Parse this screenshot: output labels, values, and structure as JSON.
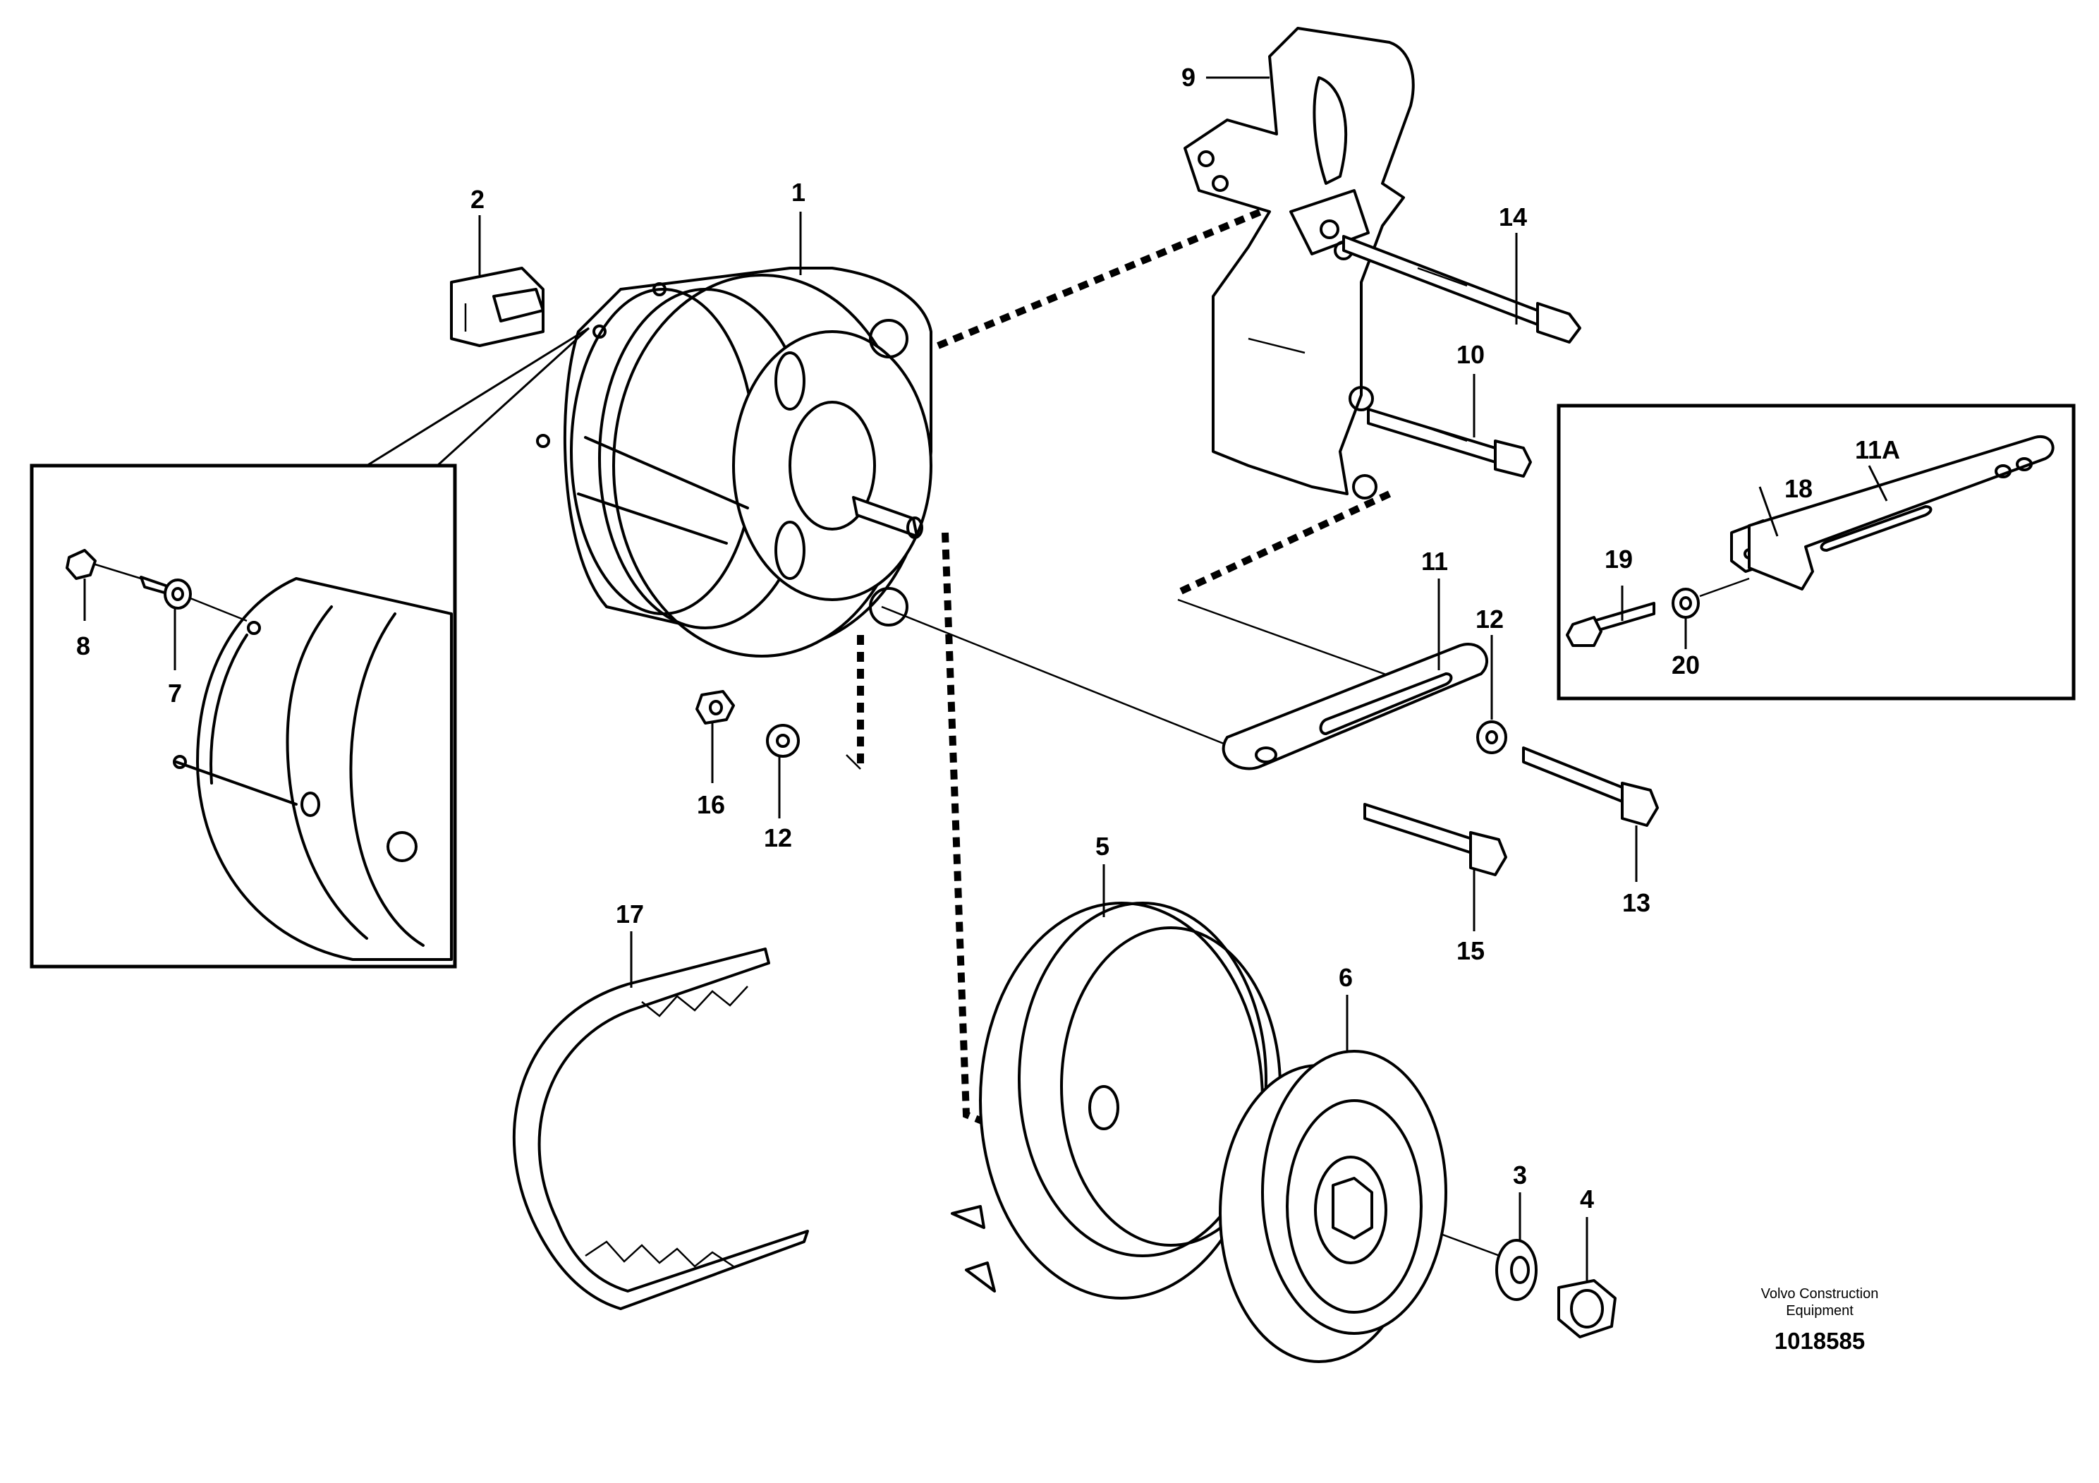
{
  "callouts": {
    "c1": "1",
    "c2": "2",
    "c3": "3",
    "c4": "4",
    "c5": "5",
    "c6": "6",
    "c7": "7",
    "c8": "8",
    "c9": "9",
    "c10": "10",
    "c11": "11",
    "c11a": "11A",
    "c12a": "12",
    "c12b": "12",
    "c13": "13",
    "c14": "14",
    "c15": "15",
    "c16": "16",
    "c17": "17",
    "c18": "18",
    "c19": "19",
    "c20": "20"
  },
  "footer": {
    "brand_line1": "Volvo Construction",
    "brand_line2": "Equipment",
    "doc_number": "1018585"
  }
}
